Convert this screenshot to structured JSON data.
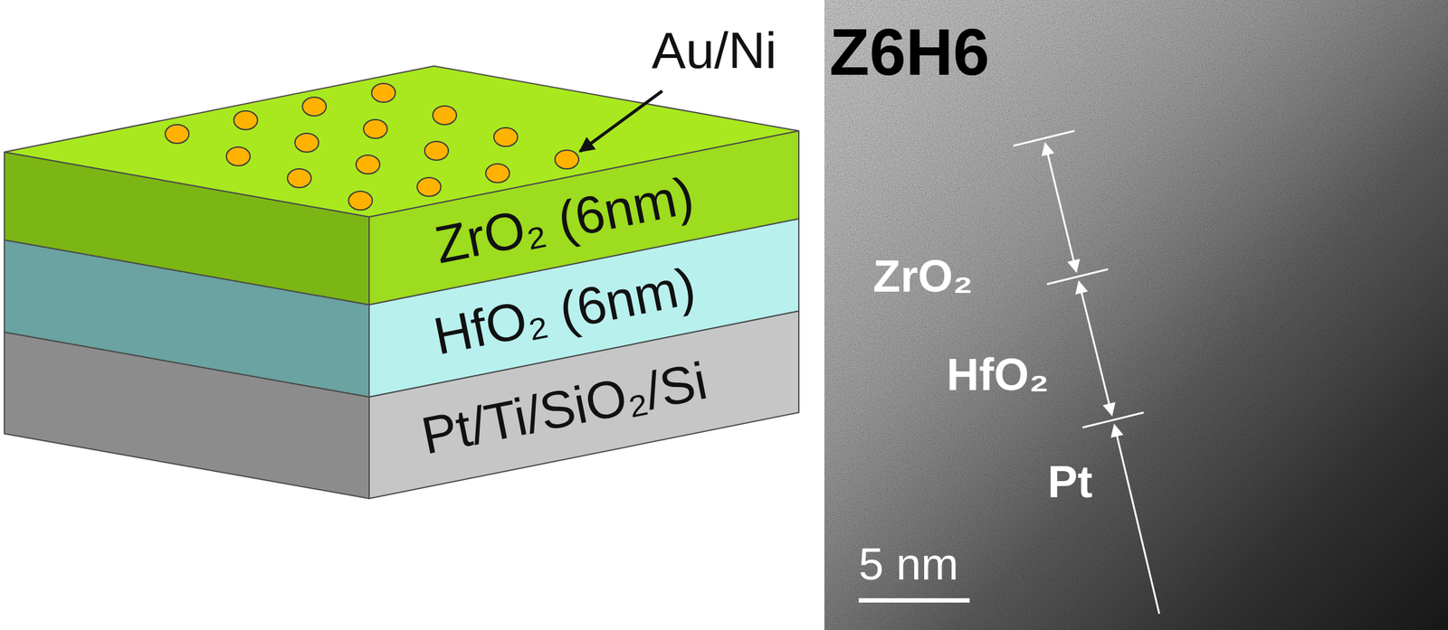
{
  "diagram": {
    "nodes": [
      {
        "text": [
          "ZrO₂ (6nm)"
        ]
      },
      {
        "text": [
          "HfO₂ (6nm)"
        ]
      },
      {
        "text": [
          "Pt/Ti/SiO₂/Si"
        ]
      }
    ],
    "labels": [
      "Au/Ni",
      "Z6H6",
      "ZrO₂",
      "HfO₂",
      "Pt",
      "5 nm"
    ]
  }
}
